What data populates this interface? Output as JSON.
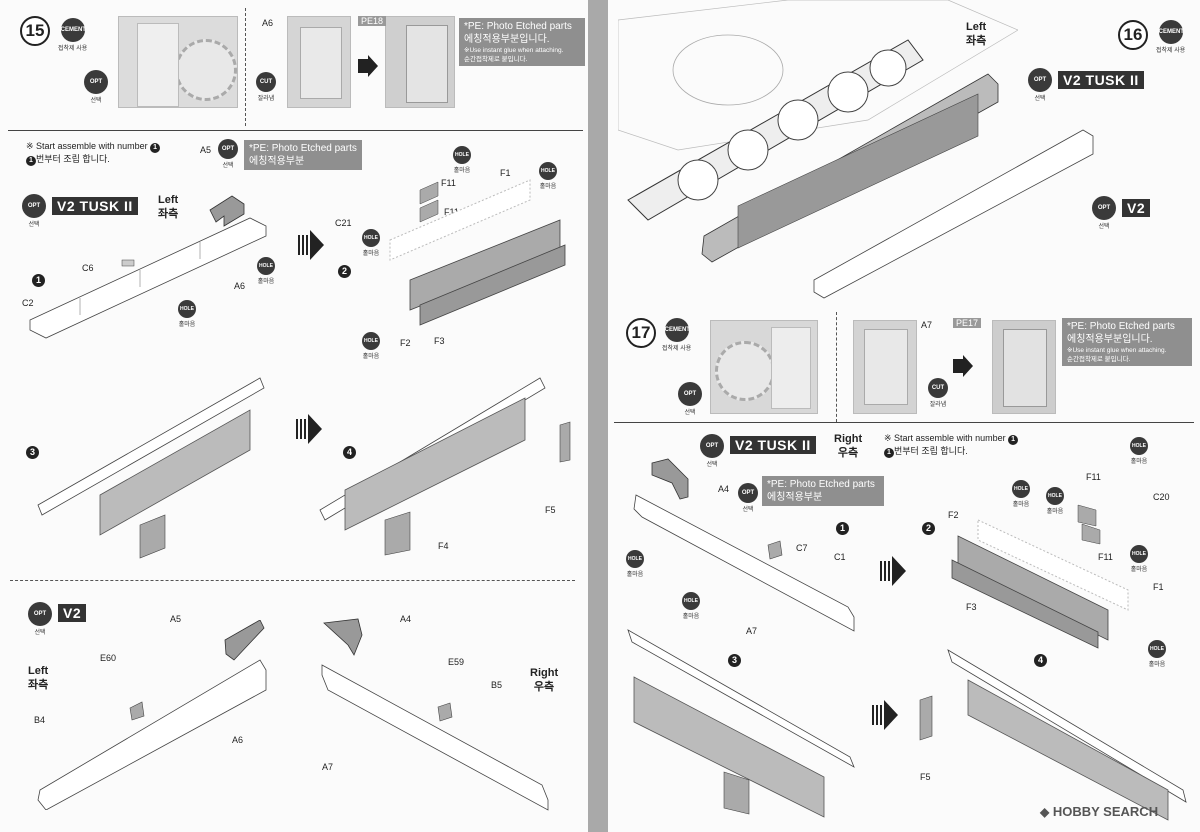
{
  "badges": {
    "cement": "CEMENT",
    "cement_sub": "접착제 사용",
    "opt": "OPT",
    "opt_sub": "선택",
    "hole": "HOLE",
    "hole_sub": "홀마음",
    "cut": "CUT",
    "cut_sub": "잘라냄"
  },
  "step15": {
    "number": "15",
    "part_a6": "A6",
    "pe18": "PE18",
    "pe_title": "*PE: Photo Etched parts",
    "pe_korean": "에칭적용부분입니다.",
    "pe_note_en": "※Use instant glue when attaching.",
    "pe_note_kr": "순간접착제로 붙입니다."
  },
  "left_section": {
    "start_note": "※ Start assemble with number",
    "start_note_kr": "번부터 조립 합니다.",
    "pe_title": "*PE: Photo Etched parts",
    "pe_korean": "에칭적용부분",
    "chip": "V2 TUSK II",
    "side_en": "Left",
    "side_kr": "좌측",
    "substeps": [
      "1",
      "2",
      "3",
      "4"
    ],
    "parts": {
      "a5": "A5",
      "c6": "C6",
      "a6": "A6",
      "c2": "C2",
      "c21": "C21",
      "f11a": "F11",
      "f11b": "F11",
      "f1": "F1",
      "f2": "F2",
      "f3": "F3",
      "f4": "F4",
      "f5": "F5"
    }
  },
  "v2_left_section": {
    "chip": "V2",
    "left_en": "Left",
    "left_kr": "좌측",
    "right_en": "Right",
    "right_kr": "우측",
    "parts": {
      "a5": "A5",
      "e60": "E60",
      "b4": "B4",
      "a6": "A6",
      "a4": "A4",
      "e59": "E59",
      "b5": "B5",
      "a7": "A7"
    }
  },
  "step16": {
    "number": "16",
    "side_en": "Left",
    "side_kr": "좌측",
    "chip_tusk": "V2 TUSK II",
    "chip_v2": "V2"
  },
  "step17": {
    "number": "17",
    "part_a7": "A7",
    "pe17": "PE17",
    "pe_title": "*PE: Photo Etched parts",
    "pe_korean": "에칭적용부분입니다.",
    "pe_note_en": "※Use instant glue when attaching.",
    "pe_note_kr": "순간접착제로 붙입니다."
  },
  "right_section": {
    "chip": "V2 TUSK II",
    "side_en": "Right",
    "side_kr": "우측",
    "start_note": "※ Start assemble with number",
    "start_note_kr": "번부터 조립 합니다.",
    "pe_title": "*PE: Photo Etched parts",
    "pe_korean": "에칭적용부분",
    "substeps": [
      "1",
      "2",
      "3",
      "4"
    ],
    "parts": {
      "a4": "A4",
      "c7": "C7",
      "c1": "C1",
      "a7": "A7",
      "f11a": "F11",
      "f11b": "F11",
      "c20": "C20",
      "f2": "F2",
      "f3": "F3",
      "f1": "F1",
      "f5": "F5"
    }
  },
  "footer": {
    "logo": "HOBBY SEARCH"
  }
}
